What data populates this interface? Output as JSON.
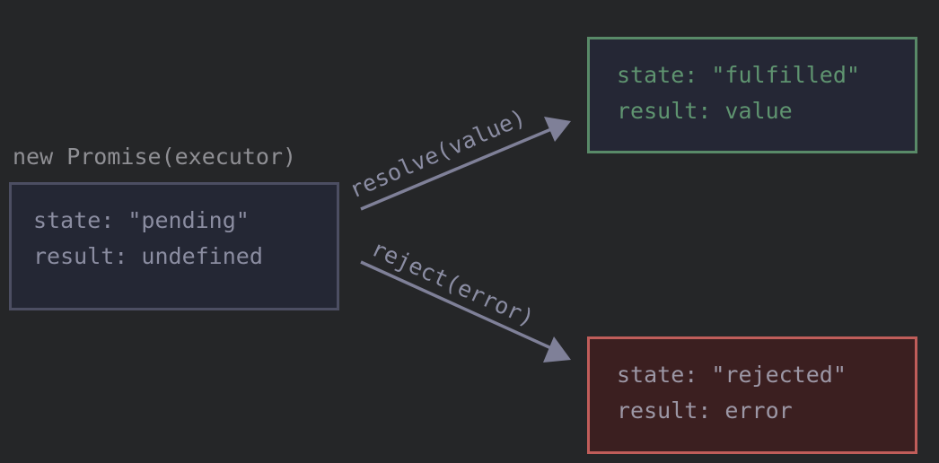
{
  "executor_label": "new Promise(executor)",
  "pending": {
    "state_line": "state: \"pending\"",
    "result_line": "result: undefined"
  },
  "fulfilled": {
    "state_line": "state: \"fulfilled\"",
    "result_line": "result: value"
  },
  "rejected": {
    "state_line": "state: \"rejected\"",
    "result_line": "result: error"
  },
  "transitions": {
    "resolve_label": "resolve(value)",
    "reject_label": "reject(error)"
  },
  "colors": {
    "background": "#252628",
    "pending_border": "#4c4e62",
    "fulfilled_border": "#598a68",
    "fulfilled_text": "#5f9470",
    "rejected_border": "#c05d5a",
    "rejected_fill": "#3b1f20",
    "arrow": "#7f8098"
  }
}
